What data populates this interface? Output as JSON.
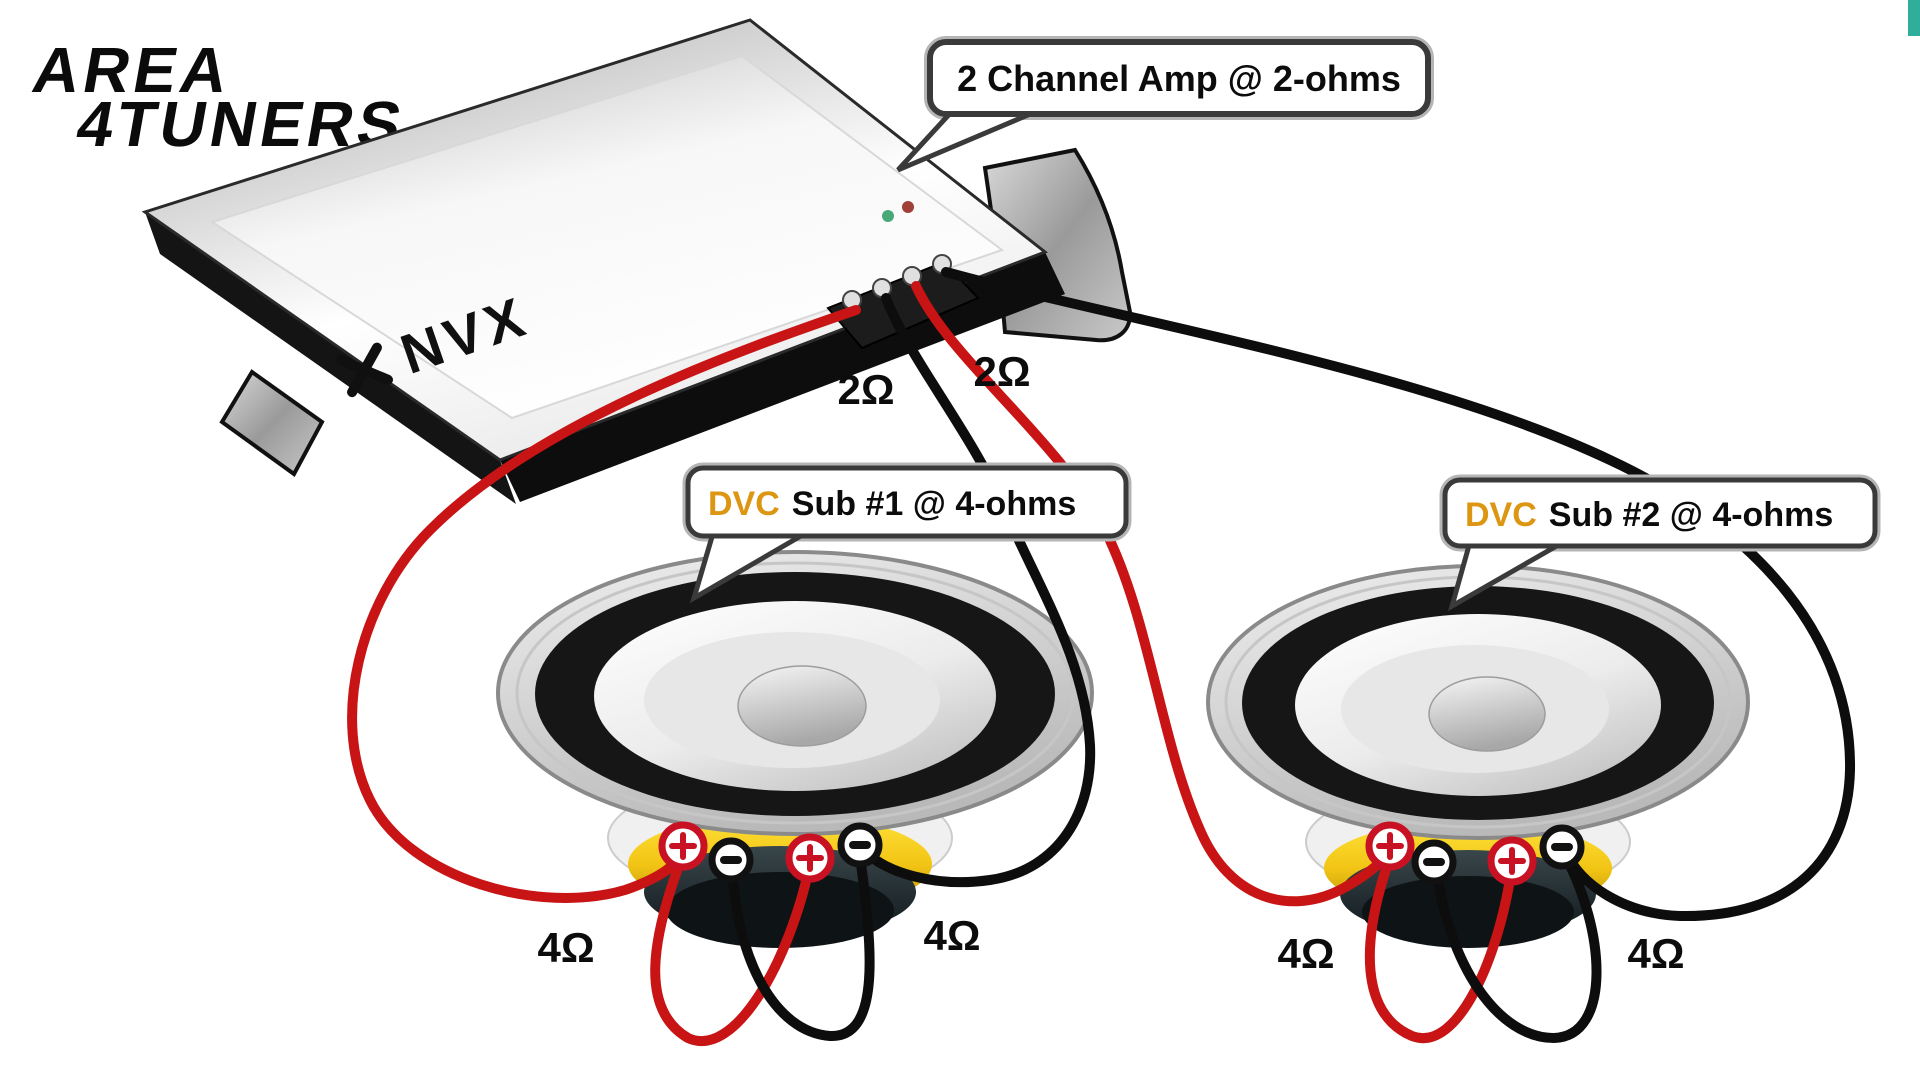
{
  "brand_logo": {
    "line1": "AREA",
    "line2": "4TUNERS"
  },
  "amp": {
    "brand": "NVX",
    "callout": "2 Channel Amp @ 2-ohms",
    "channel_labels": [
      "2Ω",
      "2Ω"
    ]
  },
  "subs": [
    {
      "callout_prefix": "DVC",
      "callout_text": "Sub #1 @ 4-ohms",
      "coil_labels": [
        "4Ω",
        "4Ω"
      ]
    },
    {
      "callout_prefix": "DVC",
      "callout_text": "Sub #2 @ 4-ohms",
      "coil_labels": [
        "4Ω",
        "4Ω"
      ]
    }
  ],
  "colors": {
    "positive_wire": "#c81414",
    "negative_wire": "#0d0d0d",
    "dvc_text": "#dc9612",
    "callout_border": "#3a3a3a",
    "led_green": "#48a877",
    "led_red": "#a04038",
    "accent_teal": "#2fae9b"
  }
}
